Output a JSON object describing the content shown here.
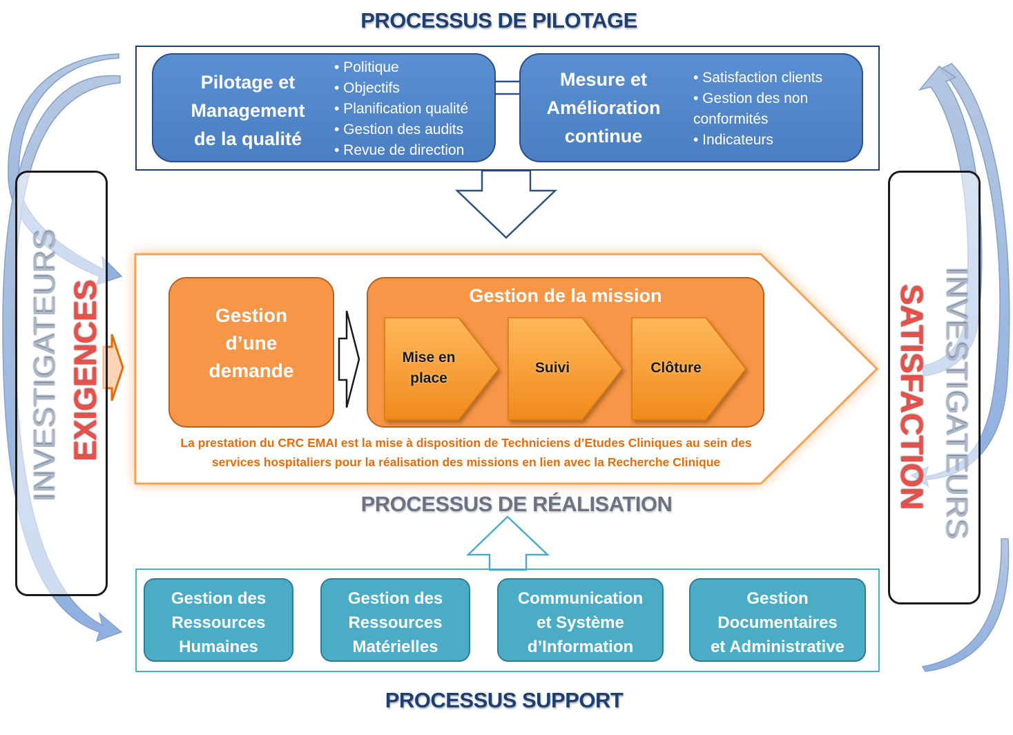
{
  "titles": {
    "pilotage": "PROCESSUS DE PILOTAGE",
    "realisation": "PROCESSUS DE RÉALISATION",
    "support": "PROCESSUS SUPPORT"
  },
  "pilotage": {
    "management": {
      "title_lines": [
        "Pilotage et",
        "Management",
        "de la qualité"
      ],
      "bullets": [
        "• Politique",
        "• Objectifs",
        "• Planification qualité",
        "• Gestion des audits",
        "• Revue de direction"
      ]
    },
    "mesure": {
      "title_lines": [
        "Mesure et",
        "Amélioration",
        "continue"
      ],
      "bullets": [
        "• Satisfaction clients",
        "• Gestion des non",
        "conformités",
        "• Indicateurs"
      ]
    }
  },
  "left_side": {
    "investigateurs": "INVESTIGATEURS",
    "exigences": "EXIGENCES"
  },
  "right_side": {
    "investigateurs": "INVESTIGATEURS",
    "satisfaction": "SATISFACTION"
  },
  "realisation": {
    "demande_lines": [
      "Gestion",
      "d’une",
      "demande"
    ],
    "mission_title": "Gestion de la mission",
    "steps": [
      {
        "lines": [
          "Mise en",
          "place"
        ]
      },
      {
        "lines": [
          "Suivi"
        ]
      },
      {
        "lines": [
          "Clôture"
        ]
      }
    ],
    "description_lines": [
      "La prestation du CRC EMAI est la mise à disposition de Techniciens d’Etudes Cliniques au sein des",
      "services hospitaliers pour la réalisation des missions en lien avec la Recherche Clinique"
    ]
  },
  "support": [
    {
      "lines": [
        "Gestion des",
        "Ressources",
        "Humaines"
      ]
    },
    {
      "lines": [
        "Gestion des",
        "Ressources",
        "Matérielles"
      ]
    },
    {
      "lines": [
        "Communication",
        "et Système",
        "d’Information"
      ]
    },
    {
      "lines": [
        "Gestion",
        "Documentaires",
        "et Administrative"
      ]
    }
  ],
  "colors": {
    "navy": "#1f3f73",
    "blue_box": "#4f81bd",
    "orange": "#f79646",
    "orange_text": "#e46c0a",
    "teal": "#4bacc6",
    "red_text": "#e8504a",
    "grey_text": "#aeb7c6"
  },
  "icons": [
    "double-arrow-icon",
    "down-arrow-icon",
    "up-arrow-icon",
    "right-arrow-icon",
    "curved-arrow-icon",
    "chevron-step-icon"
  ]
}
